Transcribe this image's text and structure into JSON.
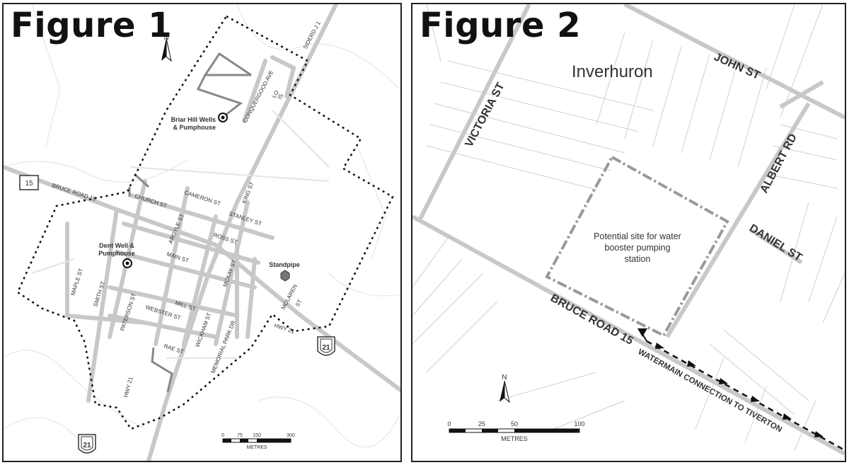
{
  "figure1": {
    "title": "Figure 1",
    "north": "N",
    "labels": {
      "briar_hill_1": "Briar Hill Wells",
      "briar_hill_2": "& Pumphouse",
      "dent_1": "Dent Well &",
      "dent_2": "Pumphouse",
      "standpipe": "Standpipe",
      "sideroad": "SIDERD J 1",
      "conquergood": "CONQUERGOOD AVE",
      "lois_1": "LO",
      "lois_2": "IS",
      "king": "KING ST",
      "cameron": "CAMERON ST",
      "church": "CHURCH ST",
      "stanley": "STANLEY ST",
      "argyle": "ARGYLE ST",
      "ross": "ROSS ST",
      "main": "MAIN ST",
      "mckay": "MCKAY ST",
      "maple": "MAPLE ST",
      "smith": "SMITH ST",
      "paterson": "PATERSON ST",
      "mill": "MILL ST",
      "webster": "WEBSTER ST",
      "wickham": "WICKHAM ST",
      "memorial": "MEMORIAL PARK DR",
      "mclaren_1": "MCLAREN",
      "mclaren_2": "ST",
      "rae": "RAE ST",
      "hwy21_a": "HWY 21",
      "hwy21_b": "HWY 21",
      "bruce_road": "BRUCE ROAD 15",
      "shield_15": "15",
      "shield_21_a": "21",
      "shield_21_b": "21"
    },
    "scale": {
      "ticks": [
        "0",
        "75",
        "150",
        "300"
      ],
      "unit": "METRES"
    }
  },
  "figure2": {
    "title": "Figure 2",
    "north": "N",
    "labels": {
      "place": "Inverhuron",
      "john": "JOHN ST",
      "victoria": "VICTORIA ST",
      "albert": "ALBERT RD",
      "daniel": "DANIEL ST",
      "bruce_road": "BRUCE ROAD 15",
      "watermain": "WATERMAIN CONNECTION TO TIVERTON",
      "site_1": "Potential site for water",
      "site_2": "booster pumping",
      "site_3": "station"
    },
    "scale": {
      "ticks": [
        "0",
        "25",
        "50",
        "100"
      ],
      "unit": "METRES"
    }
  }
}
